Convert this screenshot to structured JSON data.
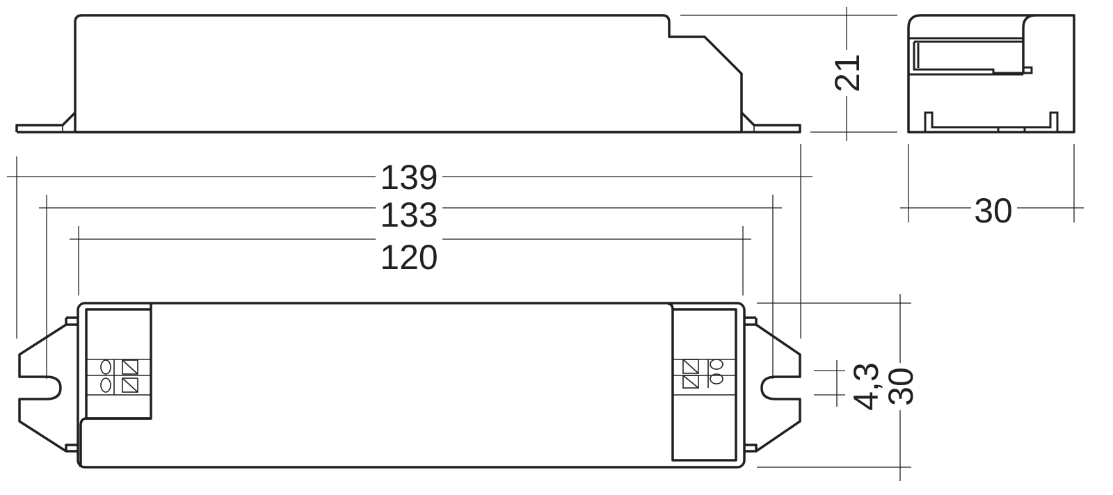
{
  "dimensions": {
    "overall_length": "139",
    "mounting_distance": "133",
    "body_length": "120",
    "height": "21",
    "side_width": "30",
    "width": "30",
    "hole_diameter": "4,3"
  },
  "colors": {
    "line": "#231f20",
    "background": "#ffffff"
  }
}
